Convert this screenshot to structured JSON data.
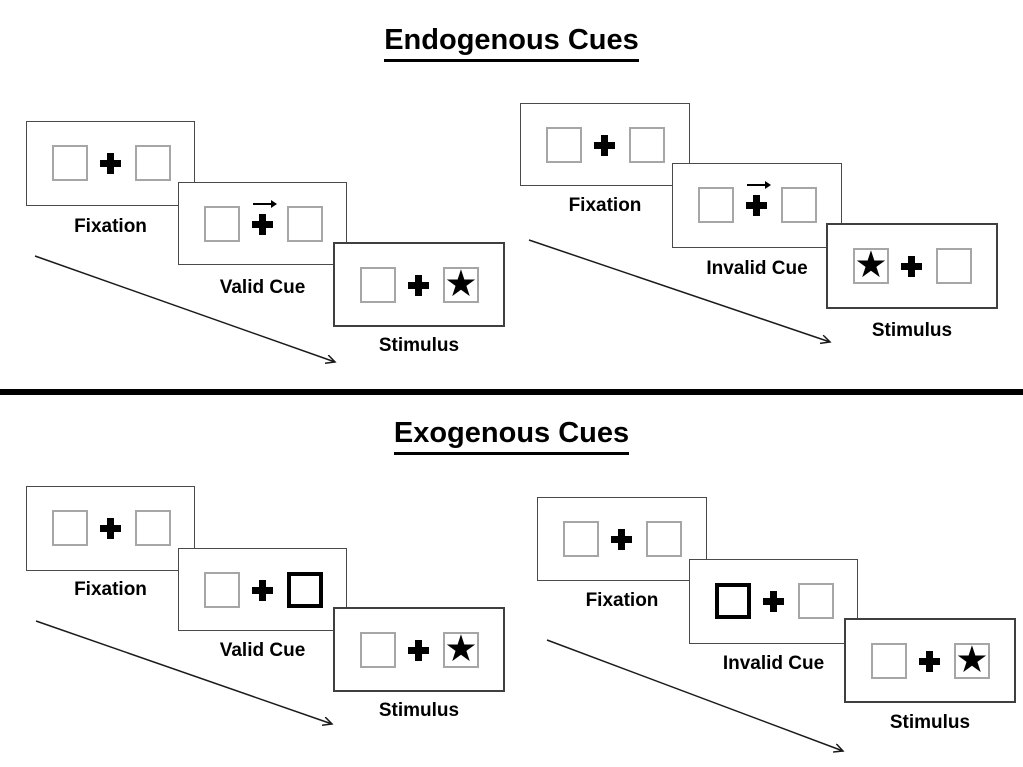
{
  "diagram": {
    "title_top": "Endogenous Cues",
    "title_bottom": "Exogenous Cues"
  },
  "glyphs": {
    "star": "★"
  },
  "colors": {
    "background": "#ffffff",
    "ink": "#000000",
    "panel_border": "#4a4a4a",
    "stimulus_panel_border": "#3f3f3f",
    "box_border": "#a6a6a6",
    "cue_highlight_border": "#000000",
    "divider": "#000000",
    "timeline_arrow": "#1a1a1a"
  },
  "groups": [
    {
      "id": "endogenous-valid",
      "panels": [
        {
          "label": "Fixation",
          "left": "empty",
          "right": "empty",
          "cue": "none"
        },
        {
          "label": "Valid Cue",
          "left": "empty",
          "right": "empty",
          "cue": "arrow-right"
        },
        {
          "label": "Stimulus",
          "left": "empty",
          "right": "star",
          "cue": "none"
        }
      ]
    },
    {
      "id": "endogenous-invalid",
      "panels": [
        {
          "label": "Fixation",
          "left": "empty",
          "right": "empty",
          "cue": "none"
        },
        {
          "label": "Invalid Cue",
          "left": "empty",
          "right": "empty",
          "cue": "arrow-right"
        },
        {
          "label": "Stimulus",
          "left": "star",
          "right": "empty",
          "cue": "none"
        }
      ]
    },
    {
      "id": "exogenous-valid",
      "panels": [
        {
          "label": "Fixation",
          "left": "empty",
          "right": "empty",
          "cue": "none"
        },
        {
          "label": "Valid Cue",
          "left": "empty",
          "right": "empty",
          "cue": "thick-right"
        },
        {
          "label": "Stimulus",
          "left": "empty",
          "right": "star",
          "cue": "none"
        }
      ]
    },
    {
      "id": "exogenous-invalid",
      "panels": [
        {
          "label": "Fixation",
          "left": "empty",
          "right": "empty",
          "cue": "none"
        },
        {
          "label": "Invalid Cue",
          "left": "empty",
          "right": "empty",
          "cue": "thick-left"
        },
        {
          "label": "Stimulus",
          "left": "empty",
          "right": "star",
          "cue": "none"
        }
      ]
    }
  ]
}
